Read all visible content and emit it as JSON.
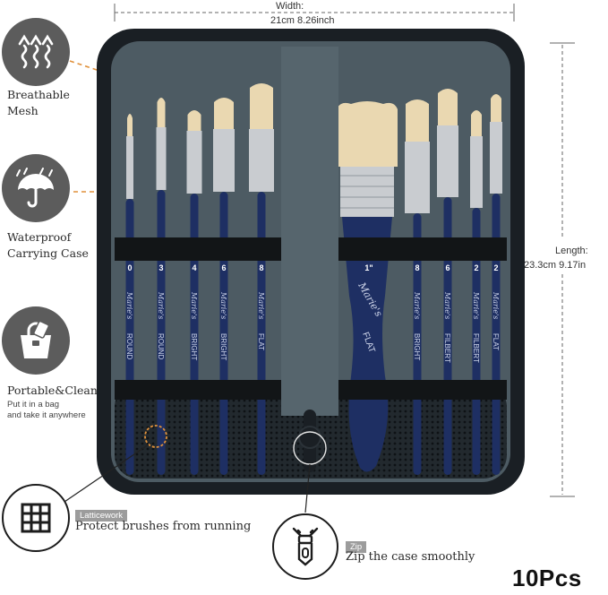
{
  "dimensions": {
    "width_label": "Width:",
    "width_value": "21cm 8.26inch",
    "length_label": "Length:",
    "length_value": "23.3cm 9.17in"
  },
  "features": {
    "breathable": {
      "label_line1": "Breathable",
      "label_line2": "Mesh",
      "icon": "breathable-mesh-icon"
    },
    "waterproof": {
      "label_line1": "Waterproof",
      "label_line2": "Carrying Case",
      "icon": "umbrella-icon"
    },
    "portable": {
      "label": "Portable&Clean",
      "sub_line1": "Put it in a bag",
      "sub_line2": "and take it anywhere",
      "icon": "handbag-icon"
    },
    "latticework": {
      "tag": "Latticework",
      "desc": "Protect brushes from running",
      "icon": "grid-icon"
    },
    "zip": {
      "tag": "Zip",
      "desc": "Zip the case smoothly",
      "icon": "zipper-icon"
    }
  },
  "brushes_left": [
    {
      "size": "0",
      "brand": "Marie's",
      "type": "ROUND"
    },
    {
      "size": "3",
      "brand": "Marie's",
      "type": "ROUND"
    },
    {
      "size": "4",
      "brand": "Marie's",
      "type": "BRIGHT"
    },
    {
      "size": "6",
      "brand": "Marie's",
      "type": "BRIGHT"
    },
    {
      "size": "8",
      "brand": "Marie's",
      "type": "FLAT"
    }
  ],
  "brush_big": {
    "size": "1\"",
    "brand": "Marie's",
    "type": "FLAT"
  },
  "brushes_right": [
    {
      "size": "8",
      "brand": "Marie's",
      "type": "BRIGHT"
    },
    {
      "size": "6",
      "brand": "Marie's",
      "type": "FILBERT"
    },
    {
      "size": "2",
      "brand": "Marie's",
      "type": "FILBERT"
    },
    {
      "size": "2",
      "brand": "Marie's",
      "type": "FLAT"
    }
  ],
  "count_label": "10Pcs",
  "colors": {
    "case_outer": "#1a1f24",
    "case_inner": "#4d5b63",
    "handle": "#1e2f63",
    "bristle": "#ead8b1",
    "ferrule": "#c9ccd0",
    "accent_arrow": "#e0913b"
  }
}
